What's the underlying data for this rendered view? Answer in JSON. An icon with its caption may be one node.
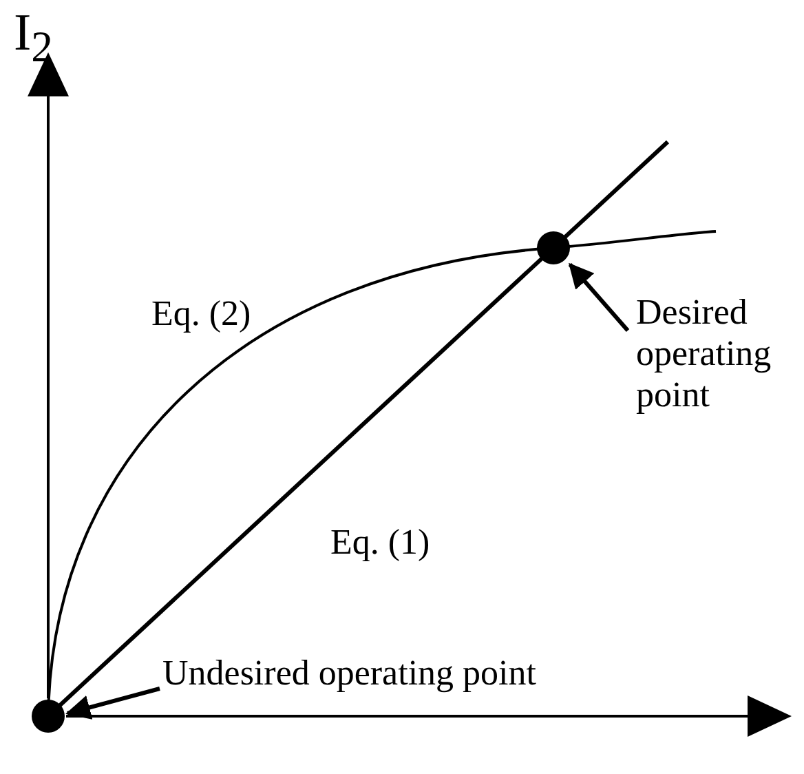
{
  "diagram": {
    "nodes": [
      {
        "text": [],
        "shape": "circle"
      },
      {
        "text": [],
        "shape": "circle"
      },
      {
        "text": [
          "Desired operating point"
        ]
      },
      {
        "text": [
          "Undesired operating point"
        ]
      }
    ],
    "edges": [
      {
        "from": 2,
        "to": 0,
        "arrow": "to"
      },
      {
        "from": 3,
        "to": 1,
        "arrow": "to"
      }
    ],
    "labels": [
      "I$_{2}$",
      "Eq. (2)",
      "Eq. (1)"
    ]
  }
}
